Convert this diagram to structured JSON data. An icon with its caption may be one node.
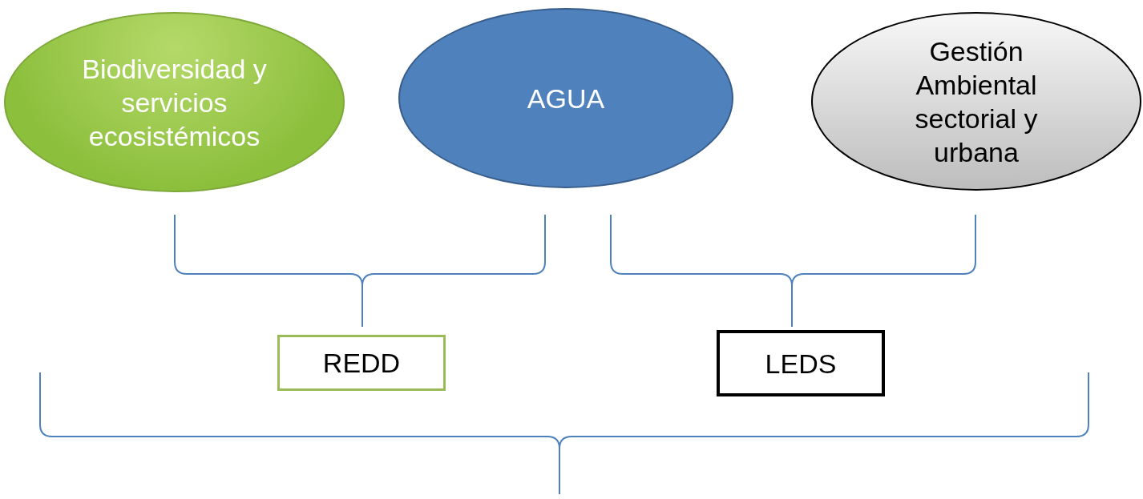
{
  "diagram": {
    "nodes": [
      {
        "text": [
          "Biodiversidad y servicios ecosistémicos"
        ]
      },
      {
        "text": [
          "AGUA"
        ]
      },
      {
        "text": [
          "Gestión Ambiental sectorial y urbana"
        ]
      },
      {
        "text": [
          "REDD"
        ]
      },
      {
        "text": [
          "LEDS"
        ]
      }
    ]
  }
}
